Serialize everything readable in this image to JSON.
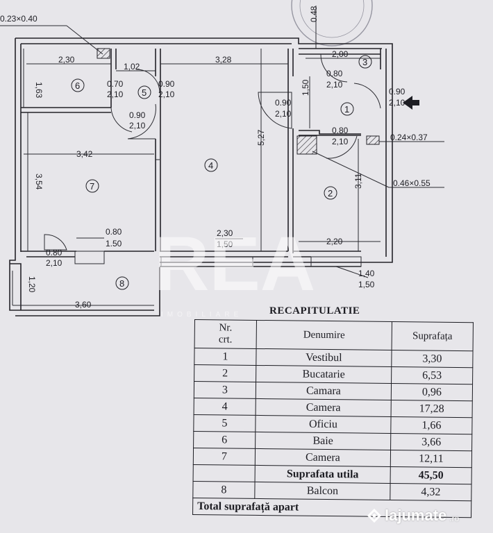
{
  "plan": {
    "dims": {
      "pillar_top": "0.23×0.40",
      "d_230": "2,30",
      "d_102": "1,02",
      "d_328": "3,28",
      "d_200": "2,00",
      "d_163": "1,63",
      "d_048": "0.48",
      "d_150v": "1,50",
      "d_342": "3,42",
      "d_527": "5,27",
      "d_354": "3,54",
      "d_311": "3,11",
      "pillar_right": "0.24×0.37",
      "pillar_mid": "0.46×0.55",
      "d_220": "2,20",
      "d_120": "1,20",
      "d_360": "3,60",
      "d_140": "1,40",
      "d_150b": "1,50"
    },
    "doors": {
      "d6": [
        "0.70",
        "2,10"
      ],
      "d5": [
        "0.90",
        "2,10"
      ],
      "d5b": [
        "0.90",
        "2,10"
      ],
      "d3": [
        "0.80",
        "2,10"
      ],
      "d1a": [
        "0.90",
        "2,10"
      ],
      "d1b": [
        "0.90",
        "2,10"
      ],
      "d2": [
        "0.80",
        "2,10"
      ],
      "d7": [
        "0.80",
        "2,10"
      ]
    },
    "windows": {
      "w7": [
        "0.80",
        "1.50"
      ],
      "w4": [
        "2,30",
        "1,50"
      ],
      "w2": [
        "1,40",
        "1,50"
      ]
    },
    "room_numbers": [
      "1",
      "2",
      "3",
      "4",
      "5",
      "6",
      "7",
      "8"
    ]
  },
  "watermark": {
    "text": "REA",
    "sub": "IMOBILIARE"
  },
  "recap": {
    "title": "RECAPITULATIE",
    "headers": [
      "Nr.\ncrt.",
      "Denumire",
      "Suprafața"
    ],
    "rows": [
      [
        "1",
        "Vestibul",
        "3,30"
      ],
      [
        "2",
        "Bucatarie",
        "6,53"
      ],
      [
        "3",
        "Camara",
        "0,96"
      ],
      [
        "4",
        "Camera",
        "17,28"
      ],
      [
        "5",
        "Oficiu",
        "1,66"
      ],
      [
        "6",
        "Baie",
        "3,66"
      ],
      [
        "7",
        "Camera",
        "12,11"
      ]
    ],
    "util": [
      "",
      "Suprafata utila",
      "45,50"
    ],
    "balcon": [
      "8",
      "Balcon",
      "4,32"
    ],
    "total": "Total suprafață apart"
  },
  "brand": {
    "name": "lajumate",
    "tld": ".ro"
  }
}
